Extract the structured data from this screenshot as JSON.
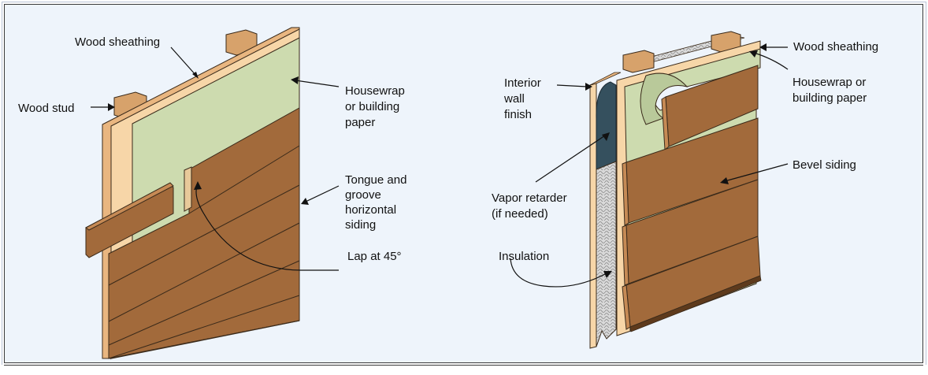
{
  "left_diagram": {
    "wood_sheathing": "Wood sheathing",
    "wood_stud": "Wood stud",
    "housewrap": [
      "Housewrap",
      "or building",
      "paper"
    ],
    "tongue_groove": [
      "Tongue and",
      "groove",
      "horizontal",
      "siding"
    ],
    "lap": "Lap at 45°"
  },
  "right_diagram": {
    "interior": [
      "Interior",
      "wall",
      "finish"
    ],
    "wood_sheathing": "Wood sheathing",
    "housewrap": [
      "Housewrap or",
      "building paper"
    ],
    "bevel_siding": "Bevel siding",
    "vapor": [
      "Vapor retarder",
      "(if needed)"
    ],
    "insulation": "Insulation"
  },
  "colors": {
    "panel_bg": "#eef4fb",
    "sheathing": "#f7d6a8",
    "housewrap": "#cddbaf",
    "siding": "#a26a3b",
    "siding_dark": "#7a4c26",
    "stud": "#d7a26b",
    "vapor": "#35505e"
  }
}
